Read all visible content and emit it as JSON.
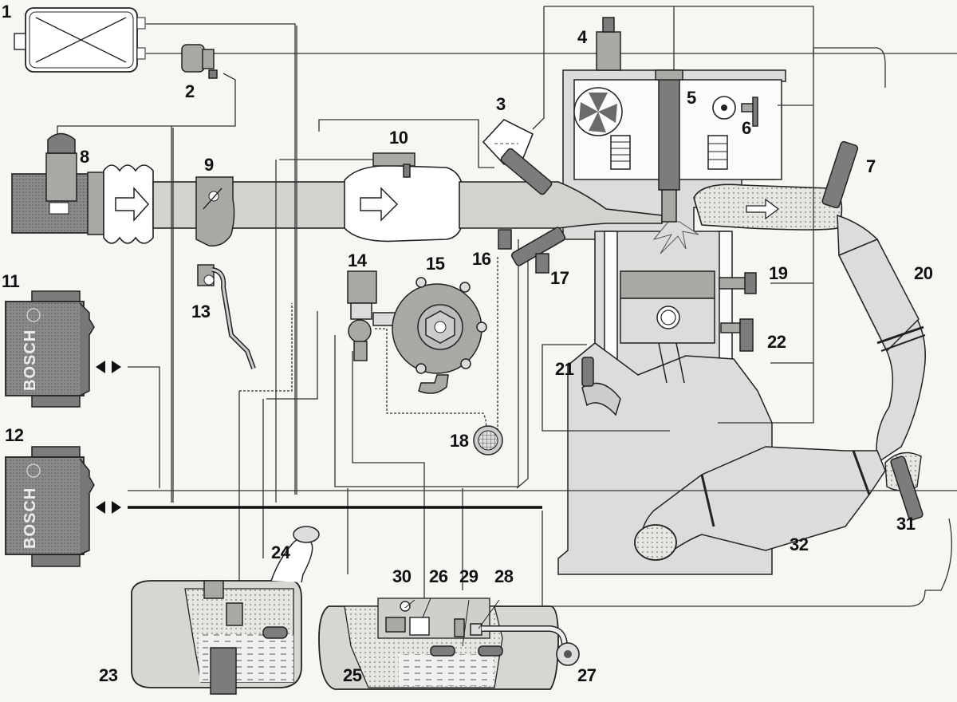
{
  "diagram": {
    "title": "Bi-fuel (petrol / LPG) engine management system schematic",
    "ecu_brand_label": "BOSCH",
    "callouts": [
      {
        "id": "1",
        "label": "1",
        "component": "air-filter"
      },
      {
        "id": "2",
        "label": "2",
        "component": "pressure-regulator-valve"
      },
      {
        "id": "3",
        "label": "3",
        "component": "fuel-distributor-rail"
      },
      {
        "id": "4",
        "label": "4",
        "component": "camshaft-sensor"
      },
      {
        "id": "5",
        "label": "5",
        "component": "ignition-coil-spark-plug"
      },
      {
        "id": "6",
        "label": "6",
        "component": "phase-sensor"
      },
      {
        "id": "7",
        "label": "7",
        "component": "upstream-lambda-sensor"
      },
      {
        "id": "8",
        "label": "8",
        "component": "air-mass-meter"
      },
      {
        "id": "9",
        "label": "9",
        "component": "throttle-body"
      },
      {
        "id": "10",
        "label": "10",
        "component": "intake-pressure-sensor"
      },
      {
        "id": "11",
        "label": "11",
        "component": "petrol-ecu"
      },
      {
        "id": "12",
        "label": "12",
        "component": "gas-ecu"
      },
      {
        "id": "13",
        "label": "13",
        "component": "accelerator-pedal-sensor"
      },
      {
        "id": "14",
        "label": "14",
        "component": "gas-solenoid-valve"
      },
      {
        "id": "15",
        "label": "15",
        "component": "evaporator-reducer"
      },
      {
        "id": "16",
        "label": "16",
        "component": "gas-injector"
      },
      {
        "id": "17",
        "label": "17",
        "component": "petrol-injector"
      },
      {
        "id": "18",
        "label": "18",
        "component": "gas-filter"
      },
      {
        "id": "19",
        "label": "19",
        "component": "coolant-temperature-sensor"
      },
      {
        "id": "20",
        "label": "20",
        "component": "primary-catalytic-converter"
      },
      {
        "id": "21",
        "label": "21",
        "component": "crankshaft-speed-sensor"
      },
      {
        "id": "22",
        "label": "22",
        "component": "knock-sensor"
      },
      {
        "id": "23",
        "label": "23",
        "component": "petrol-tank"
      },
      {
        "id": "24",
        "label": "24",
        "component": "filler-neck"
      },
      {
        "id": "25",
        "label": "25",
        "component": "lpg-tank"
      },
      {
        "id": "26",
        "label": "26",
        "component": "multivalve"
      },
      {
        "id": "27",
        "label": "27",
        "component": "lpg-filling-valve"
      },
      {
        "id": "28",
        "label": "28",
        "component": "fill-valve"
      },
      {
        "id": "29",
        "label": "29",
        "component": "level-gauge"
      },
      {
        "id": "30",
        "label": "30",
        "component": "safety-valve"
      },
      {
        "id": "31",
        "label": "31",
        "component": "downstream-lambda-sensor"
      },
      {
        "id": "32",
        "label": "32",
        "component": "main-catalytic-converter"
      }
    ]
  }
}
